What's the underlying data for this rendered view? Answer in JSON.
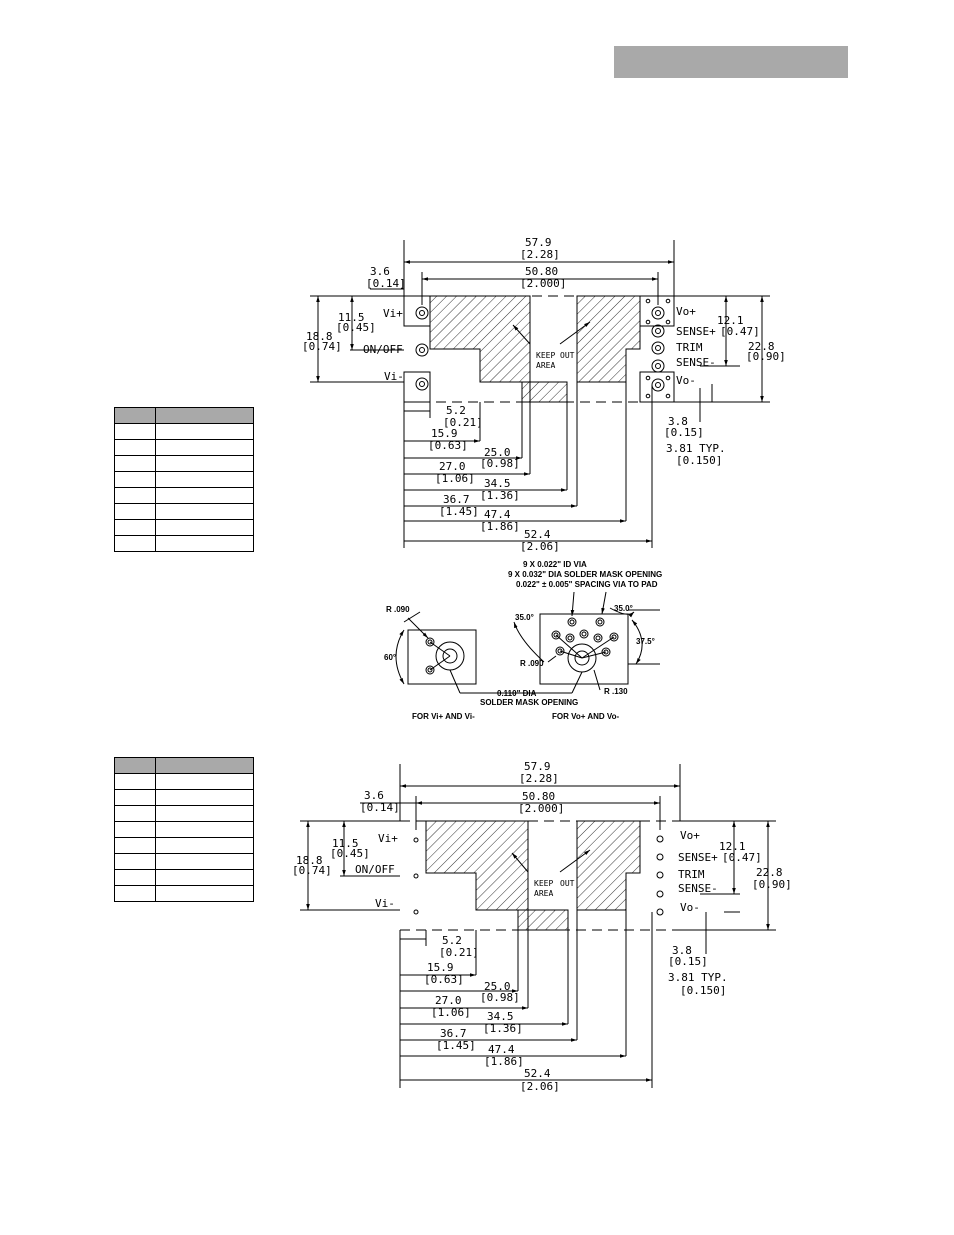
{
  "top_drawing": {
    "dim_overall": "57.9",
    "dim_overall_in": "[2.28]",
    "dim_pitch": "50.80",
    "dim_pitch_in": "[2.000]",
    "dim_edge": "3.6",
    "dim_edge_in": "[0.14]",
    "dim_height": "18.8",
    "dim_height_in": "[0.74]",
    "dim_mid": "11.5",
    "dim_mid_in": "[0.45]",
    "dim_right": "12.1",
    "dim_right_in": "[0.47]",
    "dim_total_h": "22.8",
    "dim_total_h_in": "[0.90]",
    "pin_vi_plus": "Vi+",
    "pin_on_off": "ON/OFF",
    "pin_vi_minus": "Vi-",
    "pin_vo_plus": "Vo+",
    "pin_sense_plus": "SENSE+",
    "pin_trim": "TRIM",
    "pin_sense_minus": "SENSE-",
    "pin_vo_minus": "Vo-",
    "keepout_1": "KEEP",
    "keepout_2": "AREA",
    "keepout_3": "OUT",
    "d1": "5.2",
    "d1_in": "[0.21]",
    "d2": "15.9",
    "d2_in": "[0.63]",
    "d3": "25.0",
    "d3_in": "[0.98]",
    "d4": "27.0",
    "d4_in": "[1.06]",
    "d5": "34.5",
    "d5_in": "[1.36]",
    "d6": "36.7",
    "d6_in": "[1.45]",
    "d7": "47.4",
    "d7_in": "[1.86]",
    "d8": "52.4",
    "d8_in": "[2.06]",
    "d9": "3.8",
    "d9_in": "[0.15]",
    "d10": "3.81 TYP.",
    "d10_in": "[0.150]"
  },
  "detail": {
    "via_note_1": "9 X 0.022\" ID VIA",
    "via_note_2": "9 X 0.032\" DIA SOLDER MASK OPENING",
    "via_note_3": "0.022\" ± 0.005\" SPACING VIA TO PAD",
    "r_090_left": "R .090",
    "angle_60": "60°",
    "angle_35_left": "35.0°",
    "angle_35_right": "35.0°",
    "angle_37": "37.5°",
    "r_090_right": "R .090",
    "r_130": "R .130",
    "mask_1": "0.110\" DIA",
    "mask_2": "SOLDER MASK OPENING",
    "caption_left": "FOR Vi+ AND Vi-",
    "caption_right": "FOR Vo+ AND Vo-"
  },
  "bottom_drawing": {
    "dim_overall": "57.9",
    "dim_overall_in": "[2.28]",
    "dim_pitch": "50.80",
    "dim_pitch_in": "[2.000]",
    "dim_edge": "3.6",
    "dim_edge_in": "[0.14]",
    "dim_height": "18.8",
    "dim_height_in": "[0.74]",
    "dim_mid": "11.5",
    "dim_mid_in": "[0.45]",
    "dim_right": "12.1",
    "dim_right_in": "[0.47]",
    "dim_total_h": "22.8",
    "dim_total_h_in": "[0.90]",
    "pin_vi_plus": "Vi+",
    "pin_on_off": "ON/OFF",
    "pin_vi_minus": "Vi-",
    "pin_vo_plus": "Vo+",
    "pin_sense_plus": "SENSE+",
    "pin_trim": "TRIM",
    "pin_sense_minus": "SENSE-",
    "pin_vo_minus": "Vo-",
    "keepout_1": "KEEP",
    "keepout_2": "AREA",
    "keepout_3": "OUT",
    "d1": "5.2",
    "d1_in": "[0.21]",
    "d2": "15.9",
    "d2_in": "[0.63]",
    "d3": "25.0",
    "d3_in": "[0.98]",
    "d4": "27.0",
    "d4_in": "[1.06]",
    "d5": "34.5",
    "d5_in": "[1.36]",
    "d6": "36.7",
    "d6_in": "[1.45]",
    "d7": "47.4",
    "d7_in": "[1.86]",
    "d8": "52.4",
    "d8_in": "[2.06]",
    "d9": "3.8",
    "d9_in": "[0.15]",
    "d10": "3.81 TYP.",
    "d10_in": "[0.150]"
  }
}
